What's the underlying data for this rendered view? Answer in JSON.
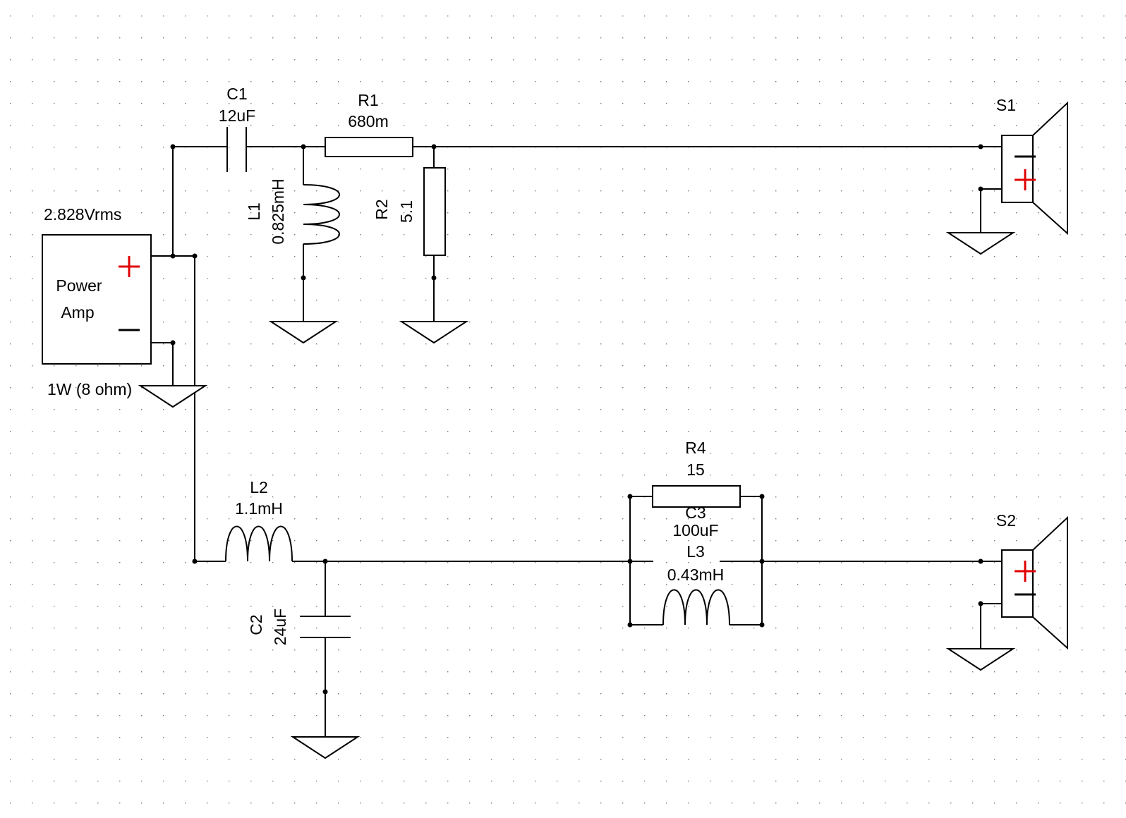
{
  "schematic": {
    "amp": {
      "voltage": "2.828Vrms",
      "name_line1": "Power",
      "name_line2": "Amp",
      "power": "1W (8 ohm)"
    },
    "c1": {
      "ref": "C1",
      "value": "12uF"
    },
    "r1": {
      "ref": "R1",
      "value": "680m"
    },
    "l1": {
      "ref": "L1",
      "value": "0.825mH"
    },
    "r2": {
      "ref": "R2",
      "value": "5.1"
    },
    "s1": {
      "ref": "S1"
    },
    "l2": {
      "ref": "L2",
      "value": "1.1mH"
    },
    "c2": {
      "ref": "C2",
      "value": "24uF"
    },
    "r4": {
      "ref": "R4",
      "value": "15"
    },
    "c3": {
      "ref": "C3",
      "value": "100uF"
    },
    "l3": {
      "ref": "L3",
      "value": "0.43mH"
    },
    "s2": {
      "ref": "S2"
    },
    "colors": {
      "polarity_plus": "#e00000",
      "wire": "#000000",
      "grid_dot": "#7a7a7a"
    }
  }
}
